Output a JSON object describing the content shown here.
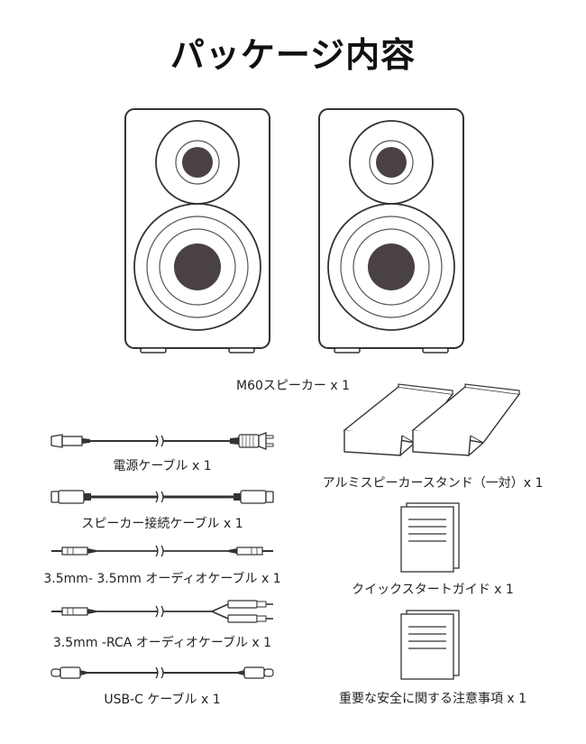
{
  "title": "パッケージ内容",
  "items": {
    "speakers": "M60スピーカー x 1",
    "power_cable": "電源ケーブル x 1",
    "speaker_cable": "スピーカー接続ケーブル x 1",
    "aux_cable": "3.5mm- 3.5mm オーディオケーブル x 1",
    "rca_cable": "3.5mm -RCA オーディオケーブル x 1",
    "usbc_cable": "USB-C ケーブル x 1",
    "stands": "アルミスピーカースタンド（一対）x 1",
    "quick_start": "クイックスタートガイド x 1",
    "safety": "重要な安全に関する注意事項 x 1"
  }
}
